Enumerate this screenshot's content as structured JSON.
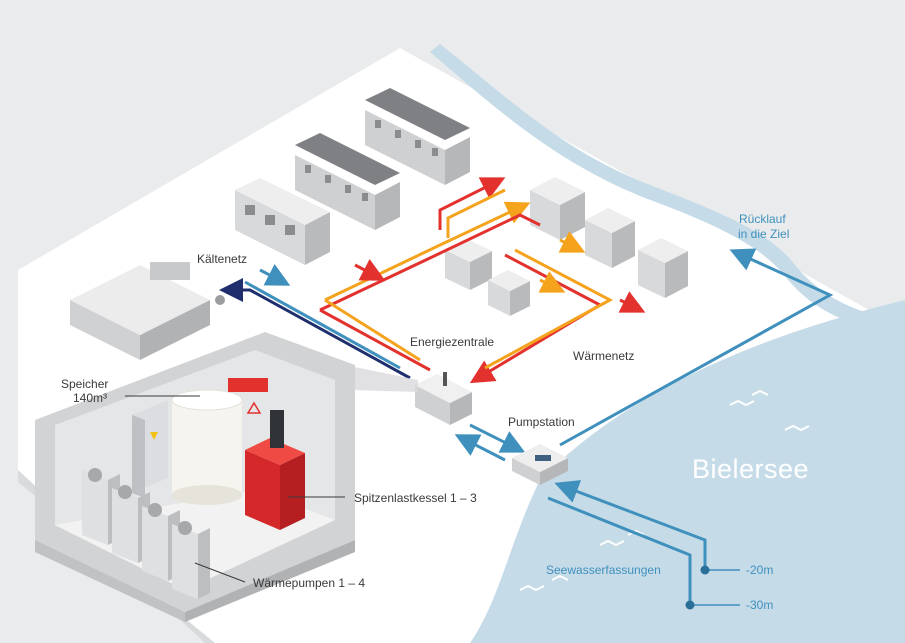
{
  "labels": {
    "kaeltenetz": "Kältenetz",
    "energiezentrale": "Energiezentrale",
    "waermenetz": "Wärmenetz",
    "pumpstation": "Pumpstation",
    "ruecklauf_line1": "Rücklauf",
    "ruecklauf_line2": "in die Ziel",
    "lake": "Bielersee",
    "seewasserfassungen": "Seewasserfassungen",
    "depth_20": "-20m",
    "depth_30": "-30m",
    "speicher_line1": "Speicher",
    "speicher_line2": "140m³",
    "spitzenlastkessel": "Spitzenlastkessel 1 – 3",
    "waermepumpen": "Wärmepumpen 1 – 4"
  },
  "colors": {
    "background": "#e9ebec",
    "land": "#ffffff",
    "lake": "#c6dbe8",
    "river": "#c6dbe8",
    "hot_line": "#e3312e",
    "warm_line": "#f5a31d",
    "cold_line": "#1f2f6e",
    "seawater_line": "#3f90bd",
    "label_text": "#3a3a3a",
    "label_blue": "#3f90bd",
    "boiler": "#e3312e"
  }
}
